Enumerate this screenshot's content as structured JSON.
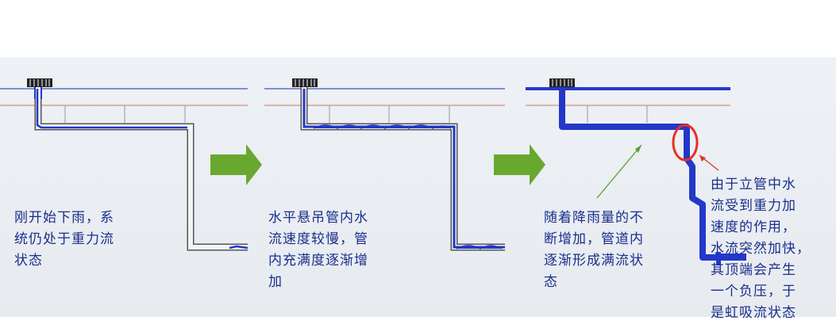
{
  "captions": {
    "stage1": "刚开始下雨，系\n统仍处于重力流\n状态",
    "stage2": "水平悬吊管内水\n流速度较慢，管\n内充满度逐渐增\n加",
    "stage3": "随着降雨量的不\n断增加，管道内\n逐渐形成满流状\n态",
    "stage4": "由于立管中水\n流受到重力加\n速度的作用，\n水流突然加快，\n其顶端会产生\n一个负压，于\n是虹吸流状态"
  },
  "colors": {
    "water": "#2338c8",
    "pipe_outline": "#555555",
    "pipe_fill": "#f4f4f4",
    "arrow": "#69a82e",
    "highlight": "#e83020",
    "callout_arrow": "#5aa02c",
    "text": "#1a2e8c"
  },
  "icons": [
    "roof-drain-grate-icon",
    "right-arrow-icon",
    "highlight-circle-icon"
  ]
}
